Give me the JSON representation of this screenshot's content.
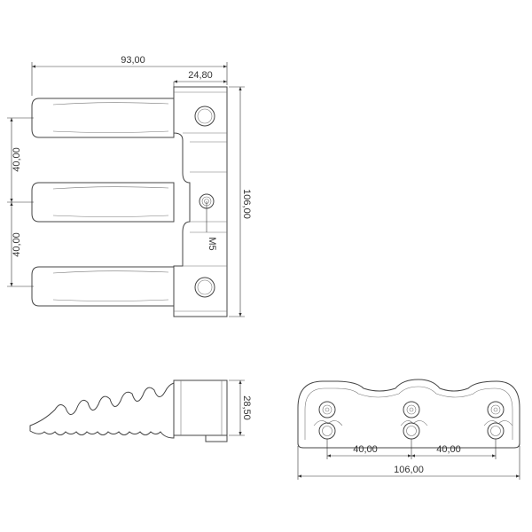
{
  "colors": {
    "outline": "#444444",
    "dimension": "#333333",
    "background": "#ffffff"
  },
  "top_view": {
    "width_overall": "93,00",
    "bracket_width": "24,80",
    "spacing_upper": "40,00",
    "spacing_lower": "40,00",
    "height_overall": "106,00",
    "thread_callout": "M5"
  },
  "side_view": {
    "height": "28,50"
  },
  "end_view": {
    "spacing_left": "40,00",
    "spacing_right": "40,00",
    "width_overall": "106,00"
  }
}
